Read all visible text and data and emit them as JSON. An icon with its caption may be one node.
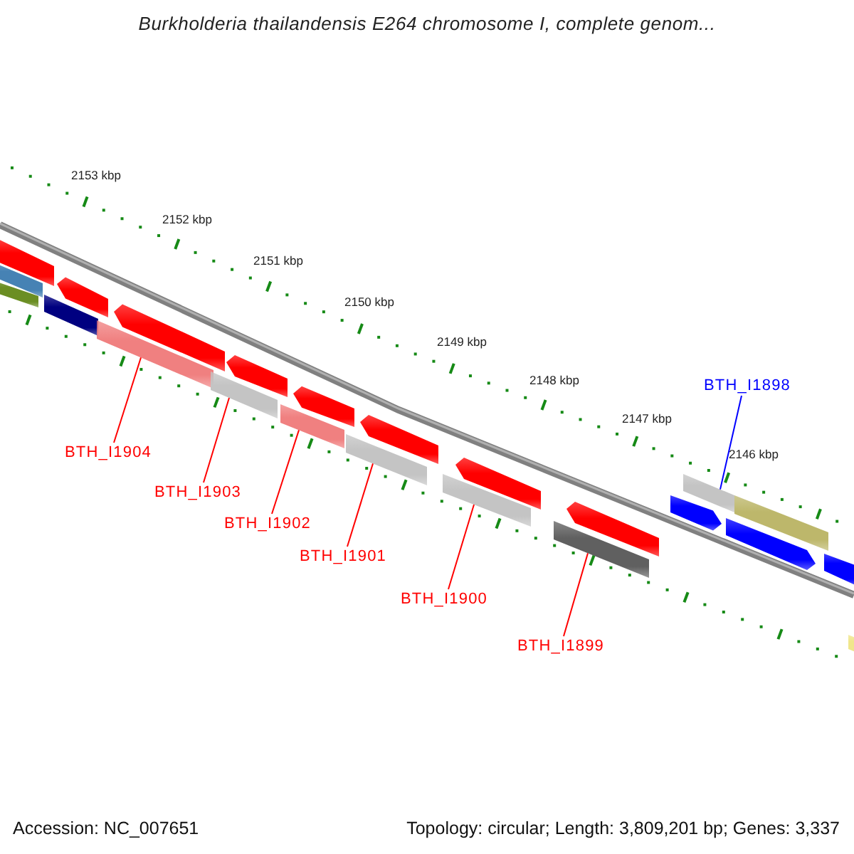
{
  "diagram": {
    "title": "Burkholderia thailandensis E264 chromosome I, complete genom...",
    "nodes": [
      {
        "text": [
          "BTH_I1904"
        ]
      },
      {
        "text": [
          "BTH_I1903"
        ]
      },
      {
        "text": [
          "BTH_I1902"
        ]
      },
      {
        "text": [
          "BTH_I1901"
        ]
      },
      {
        "text": [
          "BTH_I1900"
        ]
      },
      {
        "text": [
          "BTH_I1899"
        ]
      },
      {
        "text": [
          "BTH_I1898"
        ]
      },
      {
        "text": [],
        "shape": "pentagon"
      },
      {
        "text": [],
        "shape": "bar"
      },
      {
        "text": [],
        "shape": "bar"
      },
      {
        "text": [],
        "shape": "pentagon"
      },
      {
        "text": [],
        "shape": "bar"
      },
      {
        "text": [],
        "shape": "bar"
      },
      {
        "text": [],
        "shape": "pentagon"
      },
      {
        "text": [],
        "shape": "bar"
      },
      {
        "text": [],
        "shape": "pentagon"
      },
      {
        "text": [],
        "shape": "bar"
      },
      {
        "text": [],
        "shape": "pentagon"
      },
      {
        "text": [],
        "shape": "bar"
      },
      {
        "text": [],
        "shape": "pentagon"
      },
      {
        "text": [],
        "shape": "bar"
      },
      {
        "text": [],
        "shape": "pentagon"
      },
      {
        "text": [],
        "shape": "bar"
      },
      {
        "text": [],
        "shape": "pentagon"
      },
      {
        "text": [],
        "shape": "pentagon"
      },
      {
        "text": [],
        "shape": "bar"
      },
      {
        "text": [],
        "shape": "pentagon"
      },
      {
        "text": [],
        "shape": "bar"
      },
      {
        "text": [],
        "shape": "pentagon"
      },
      {
        "text": [],
        "shape": "bar"
      }
    ],
    "edges": [
      {
        "from": 0,
        "to": 12,
        "arrow": "none"
      },
      {
        "from": 1,
        "to": 14,
        "arrow": "none"
      },
      {
        "from": 2,
        "to": 16,
        "arrow": "none"
      },
      {
        "from": 3,
        "to": 18,
        "arrow": "none"
      },
      {
        "from": 4,
        "to": 20,
        "arrow": "none"
      },
      {
        "from": 5,
        "to": 22,
        "arrow": "none"
      },
      {
        "from": 6,
        "to": 25,
        "arrow": "none",
        "color": "#0000ff"
      }
    ],
    "labels": [
      "2153 kbp",
      "2152 kbp",
      "2151 kbp",
      "2150 kbp",
      "2149 kbp",
      "2148 kbp",
      "2147 kbp",
      "2146 kbp",
      "Accession: NC_007651",
      "Topology: circular; Length: 3,809,201 bp; Genes: 3,337"
    ]
  }
}
